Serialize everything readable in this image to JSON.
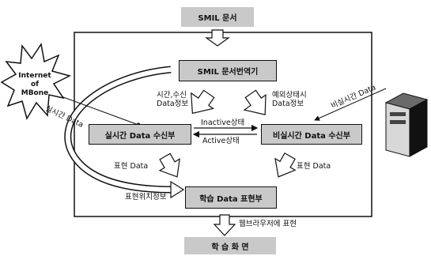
{
  "nodes": {
    "smil_doc": "SMIL 문서",
    "smil_interpreter": "SMIL 문서번역기",
    "realtime_receiver": "실시간 Data 수신부",
    "nonrealtime_receiver": "비실시간 Data 수신부",
    "learning_display": "학습 Data 표현부",
    "learning_screen": "학 습 화 면",
    "internet": "Internet\nof\nMBone"
  },
  "labels": {
    "time_recv_info": "시간,수신\nData정보",
    "exception_state_info": "예외상태시\nData정보",
    "realtime_data": "실시간 Data",
    "nonrealtime_data": "비실시간 Data",
    "inactive_state": "Inactive상태",
    "active_state": "Active상태",
    "display_data_left": "표현 Data",
    "display_data_right": "표현 Data",
    "display_position_info": "표현위치정보",
    "browser_display": "웹브라우저에 표현"
  },
  "icons": {
    "server": "computer-tower-icon",
    "network": "explosion-burst-icon"
  }
}
